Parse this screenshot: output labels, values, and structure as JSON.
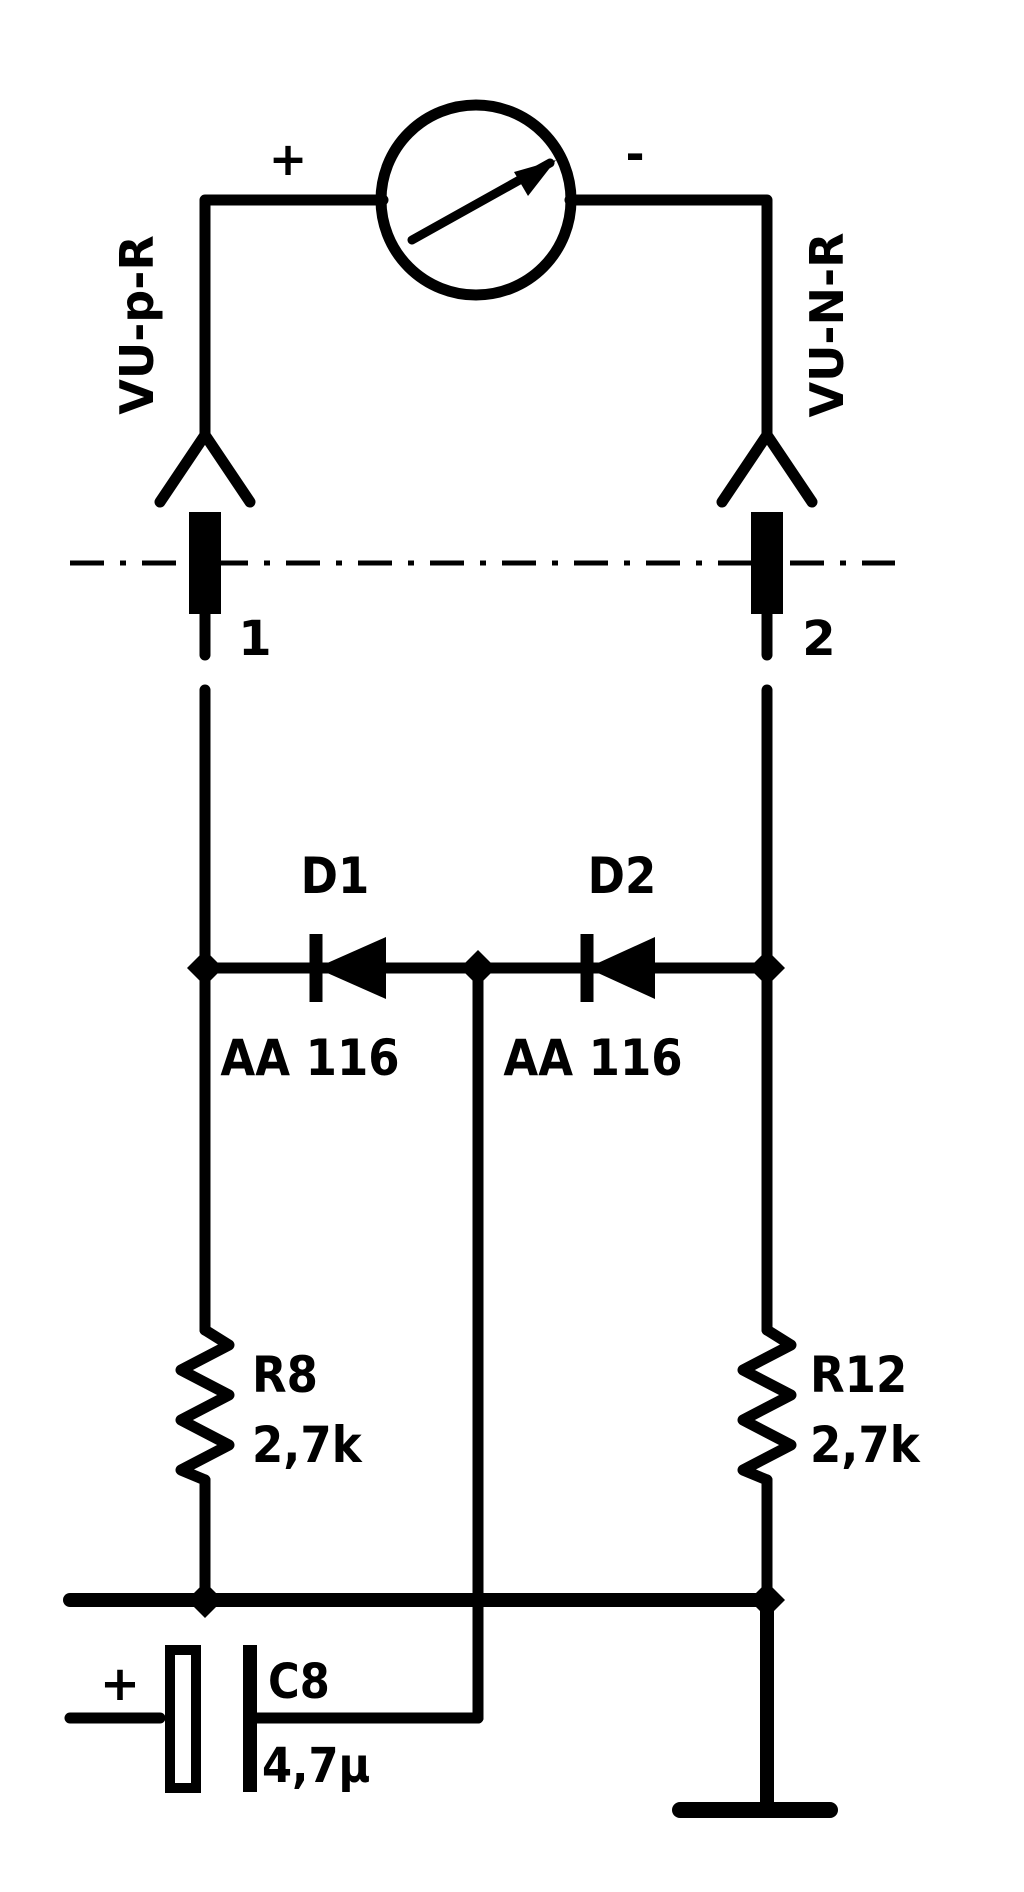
{
  "meter": {
    "plus": "+",
    "minus": "-"
  },
  "connectors": {
    "left_name": "VU-p-R",
    "right_name": "VU-N-R",
    "left_pin": "1",
    "right_pin": "2"
  },
  "diodes": [
    {
      "ref": "D1",
      "type": "AA 116"
    },
    {
      "ref": "D2",
      "type": "AA 116"
    }
  ],
  "resistors": [
    {
      "ref": "R8",
      "value": "2,7k"
    },
    {
      "ref": "R12",
      "value": "2,7k"
    }
  ],
  "capacitor": {
    "ref": "C8",
    "value": "4,7µ",
    "polarity": "+"
  }
}
